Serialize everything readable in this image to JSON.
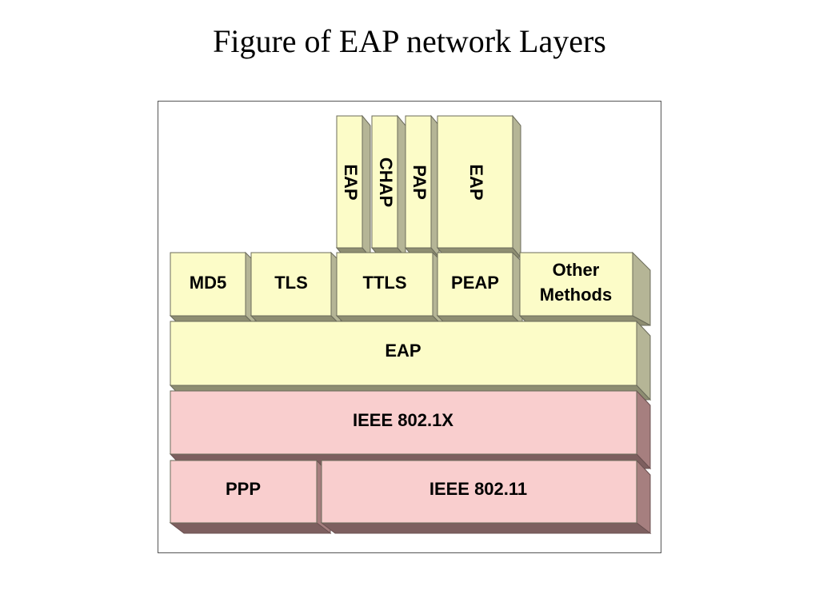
{
  "title": "Figure of EAP network Layers",
  "colors": {
    "method_face": "#fcfcc8",
    "method_right": "#b5b596",
    "method_bottom": "#8e8e72",
    "link_face": "#f9cece",
    "link_right": "#a67f7f",
    "link_bottom": "#7d5f5f"
  },
  "layers": {
    "inner_methods": {
      "eap": "EAP",
      "chap": "CHAP",
      "pap": "PAP",
      "peap_eap": "EAP"
    },
    "methods": {
      "md5": "MD5",
      "tls": "TLS",
      "ttls": "TTLS",
      "peap": "PEAP",
      "other_line1": "Other",
      "other_line2": "Methods"
    },
    "eap": "EAP",
    "ieee_8021x": "IEEE 802.1X",
    "ppp": "PPP",
    "ieee_80211": "IEEE 802.11"
  }
}
